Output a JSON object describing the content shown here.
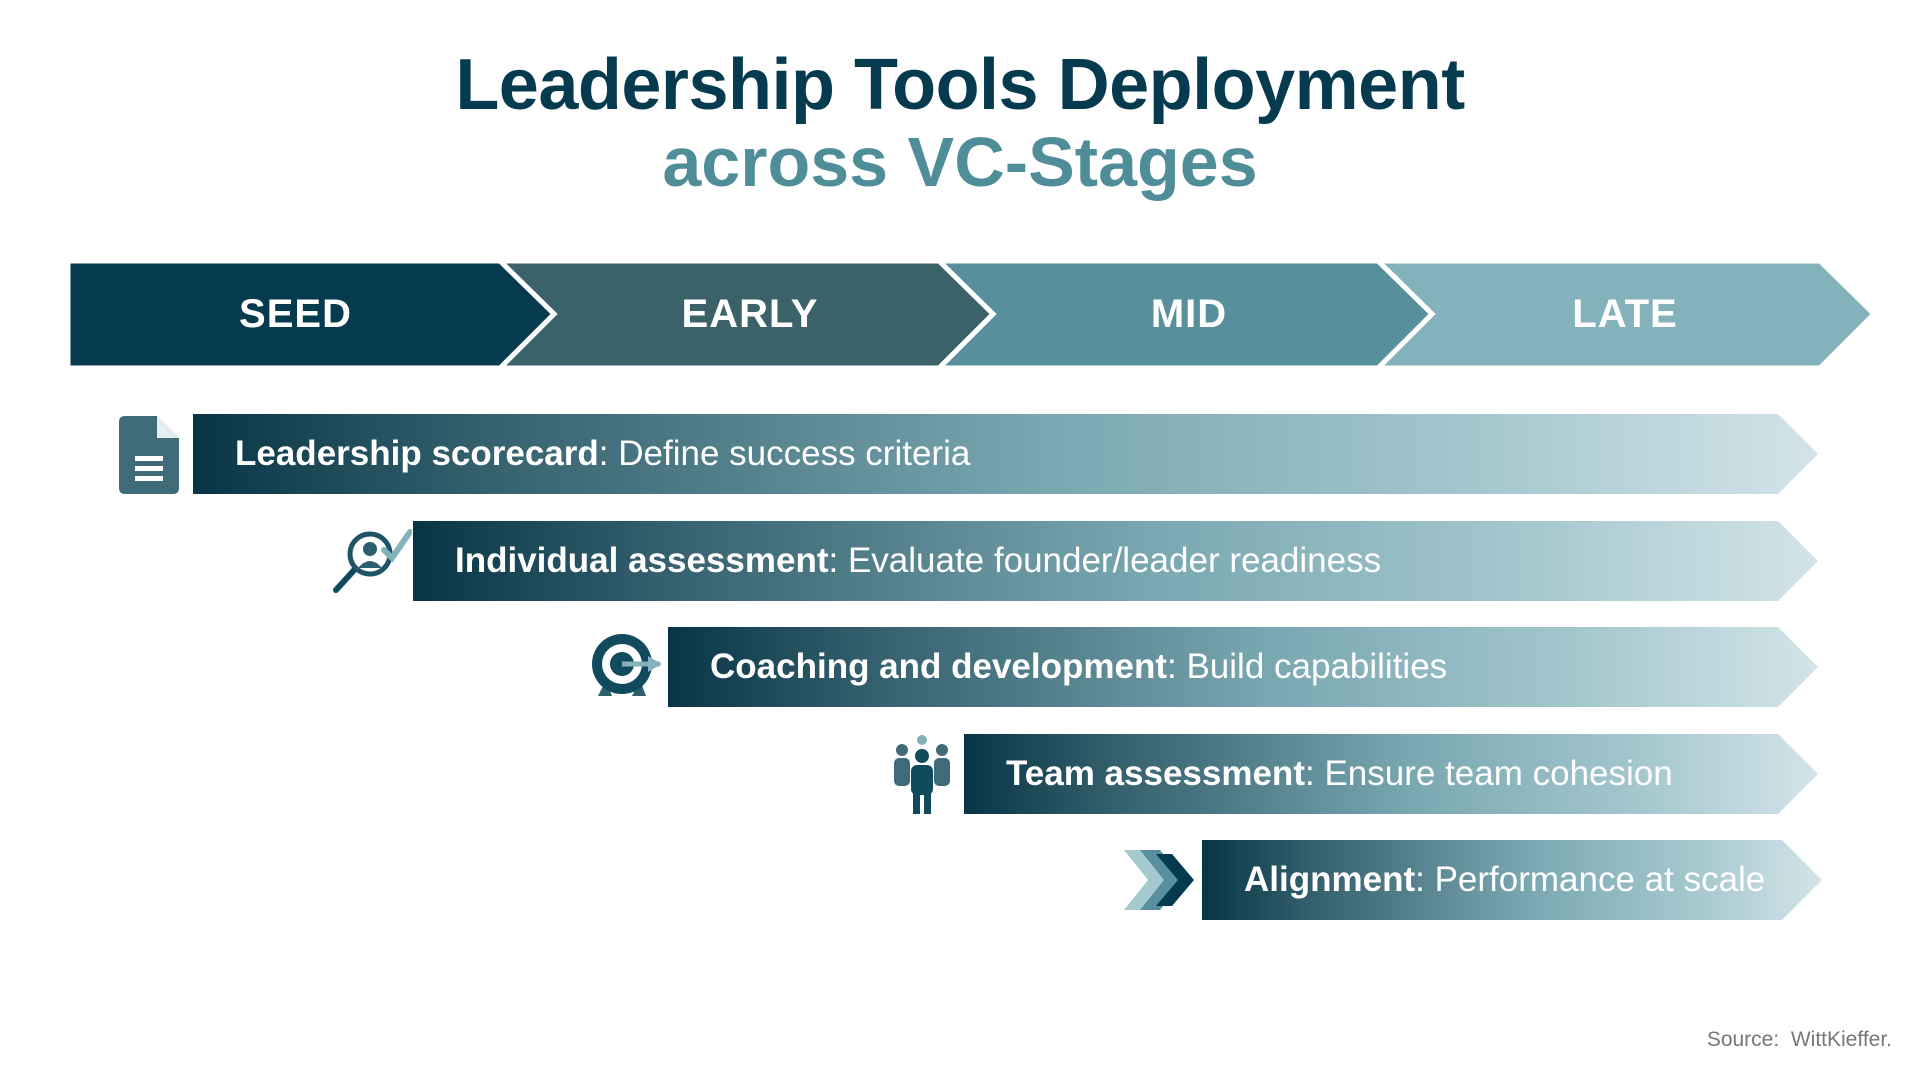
{
  "title": {
    "line1": "Leadership Tools Deployment",
    "line2": "across VC-Stages"
  },
  "colors": {
    "title_dark": "#063a4e",
    "title_teal": "#4f8d99",
    "seed": "#063a4e",
    "early": "#3c6269",
    "mid": "#57909c",
    "late": "#84b2bb",
    "bar_start": "#083546",
    "bar_end": "#d3e4e8"
  },
  "stages": [
    {
      "label": "SEED"
    },
    {
      "label": "EARLY"
    },
    {
      "label": "MID"
    },
    {
      "label": "LATE"
    }
  ],
  "tools": [
    {
      "name": "Leadership scorecard",
      "separator": ":",
      "description": " Define success criteria",
      "icon": "document-icon"
    },
    {
      "name": "Individual assessment",
      "separator": ":",
      "description": " Evaluate founder/leader readiness",
      "icon": "magnifier-person-check-icon"
    },
    {
      "name": "Coaching and development",
      "separator": ":",
      "description": " Build capabilities",
      "icon": "target-icon"
    },
    {
      "name": "Team assessment",
      "separator": ":",
      "description": " Ensure team cohesion",
      "icon": "team-people-icon"
    },
    {
      "name": "Alignment",
      "separator": ":",
      "description": " Performance at scale",
      "icon": "double-chevron-icon"
    }
  ],
  "source": "Source:  WittKieffer."
}
